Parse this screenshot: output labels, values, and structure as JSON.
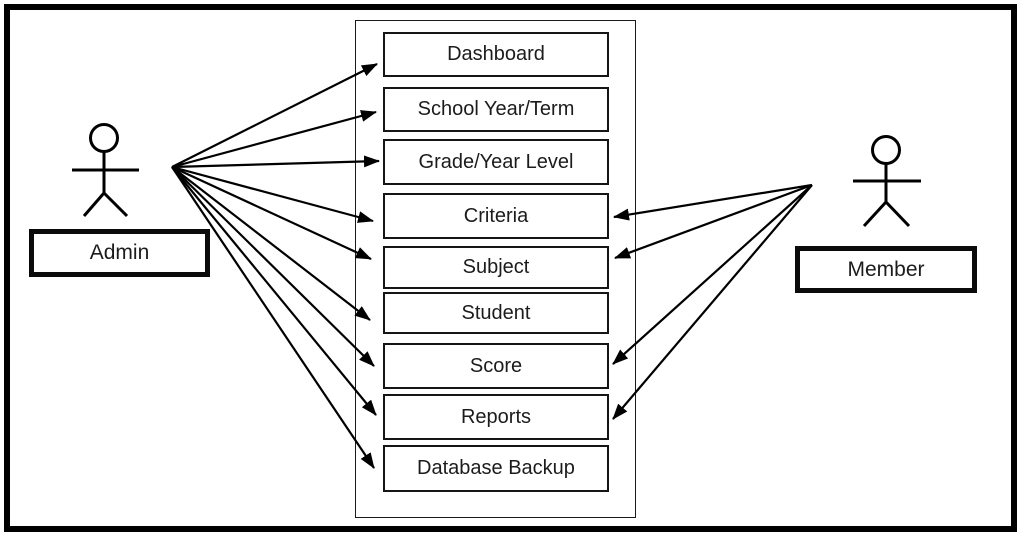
{
  "diagram_type": "use-case",
  "actors": [
    {
      "id": "admin",
      "label": "Admin",
      "side": "left"
    },
    {
      "id": "member",
      "label": "Member",
      "side": "right"
    }
  ],
  "usecases": [
    {
      "label": "Dashboard"
    },
    {
      "label": "School Year/Term"
    },
    {
      "label": "Grade/Year Level"
    },
    {
      "label": "Criteria"
    },
    {
      "label": "Subject"
    },
    {
      "label": "Student"
    },
    {
      "label": "Score"
    },
    {
      "label": "Reports"
    },
    {
      "label": "Database Backup"
    }
  ],
  "connections": [
    {
      "from": "Admin",
      "to": [
        "Dashboard",
        "School Year/Term",
        "Grade/Year Level",
        "Criteria",
        "Subject",
        "Student",
        "Score",
        "Reports",
        "Database Backup"
      ]
    },
    {
      "from": "Member",
      "to": [
        "Criteria",
        "Subject",
        "Score",
        "Reports"
      ]
    }
  ],
  "colors": {
    "line": "#000000",
    "text": "#1c1c1c",
    "background": "#ffffff",
    "border": "#000000"
  }
}
